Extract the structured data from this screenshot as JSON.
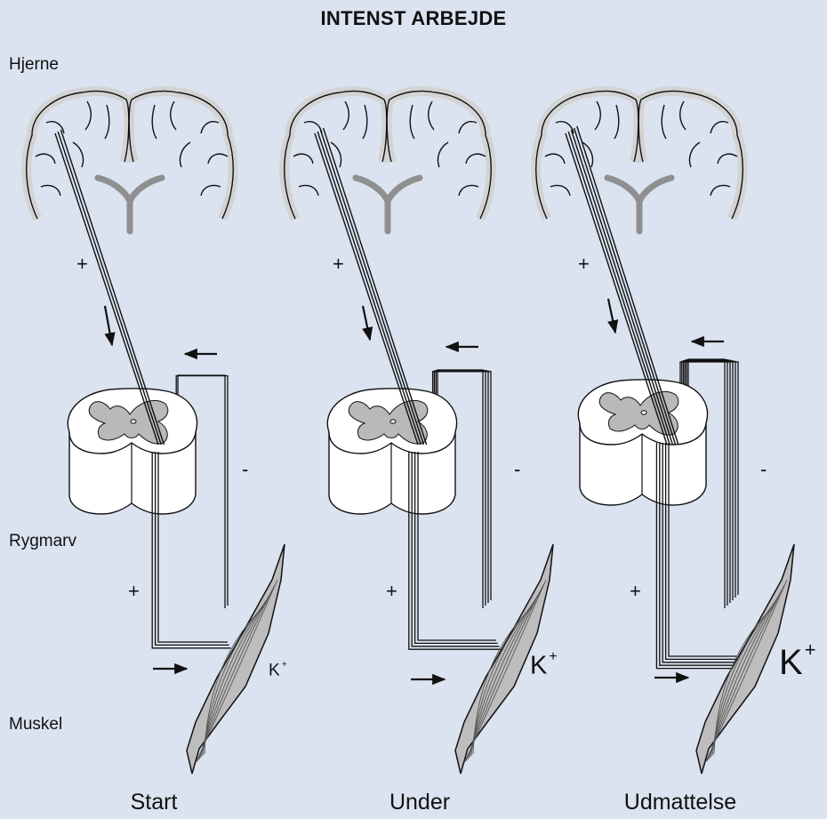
{
  "title": "INTENST ARBEJDE",
  "labels": {
    "brain": "Hjerne",
    "spinal": "Rygmarv",
    "muscle": "Muskel"
  },
  "panels": [
    {
      "caption": "Start",
      "ion": "K",
      "charge": "+",
      "plus_top": "+",
      "plus_bottom": "+",
      "minus": "-",
      "descending_lines": 3,
      "motor_lines": 3,
      "feedback_lines": 2
    },
    {
      "caption": "Under",
      "ion": "K",
      "charge": "+",
      "plus_top": "+",
      "plus_bottom": "+",
      "minus": "-",
      "descending_lines": 4,
      "motor_lines": 4,
      "feedback_lines": 4
    },
    {
      "caption": "Udmattelse",
      "ion": "K",
      "charge": "+",
      "plus_top": "+",
      "plus_bottom": "+",
      "minus": "-",
      "descending_lines": 5,
      "motor_lines": 5,
      "feedback_lines": 6
    }
  ],
  "colors": {
    "background": "#dbe3f1",
    "brain_fill": "#d3d3d3",
    "cord_gray": "#b9b9b9",
    "muscle_fill": "#bdbdbd",
    "ink": "#111111"
  }
}
